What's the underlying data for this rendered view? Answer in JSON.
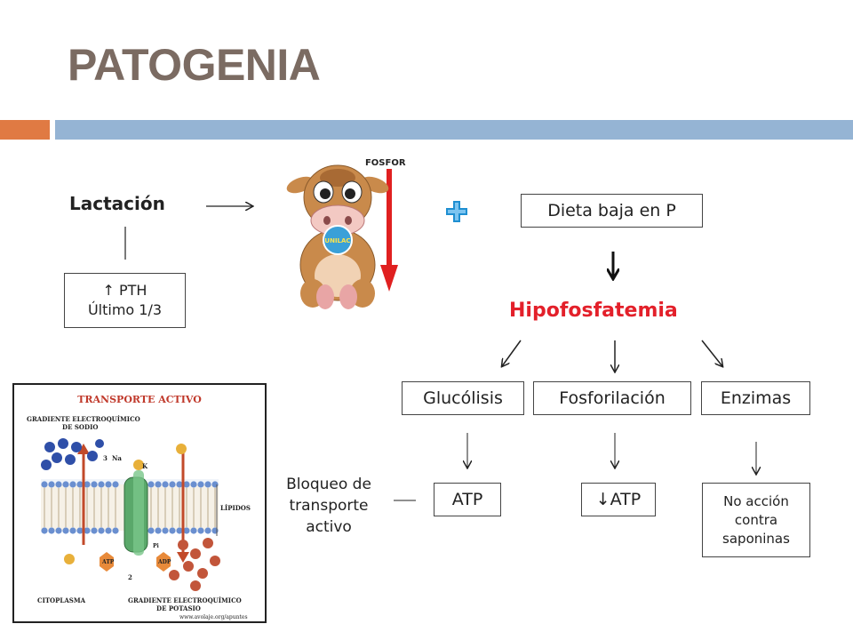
{
  "slide": {
    "title": "PATOGENIA",
    "colors": {
      "title": "#7b6b62",
      "accent_orange": "#e07a43",
      "accent_blue": "#95b4d4",
      "highlight_red": "#e3202a",
      "plus_blue": "#1f8fd1"
    }
  },
  "diagram": {
    "lactacion": "Lactación",
    "pth_line1": "↑ PTH",
    "pth_line2": "Último 1/3",
    "dieta": "Dieta baja en P",
    "hipofosfatemia": "Hipofosfatemia",
    "glucolisis": "Glucólisis",
    "fosforilacion": "Fosforilación",
    "enzimas": "Enzimas",
    "atp_1": "ATP",
    "atp_2": "↓ATP",
    "bloqueo_line1": "Bloqueo de",
    "bloqueo_line2": "transporte",
    "bloqueo_line3": "activo",
    "no_accion_line1": "No acción",
    "no_accion_line2": "contra",
    "no_accion_line3": "saponinas",
    "plus_icon": "plus-icon",
    "arrow_icon": "arrow-icon"
  },
  "cow_image": {
    "label": "FOSFORO",
    "badge": "UNILAC",
    "icon": "cow-illustration"
  },
  "transport_image": {
    "title": "TRANSPORTE ACTIVO",
    "gradient_sodium_1": "GRADIENTE ELECTROQUÍMICO",
    "gradient_sodium_2": "DE SODIO",
    "lipidos": "LÍPIDOS",
    "citoplasma": "CITOPLASMA",
    "gradient_potassium_1": "GRADIENTE ELECTROQUÍMICO",
    "gradient_potassium_2": "DE POTASIO",
    "source": "www.avolaje.org/apuntes",
    "na": "Na",
    "k": "K",
    "atp": "ATP",
    "adp": "ADP",
    "pi": "Pi",
    "num_3": "3",
    "num_2": "2"
  }
}
